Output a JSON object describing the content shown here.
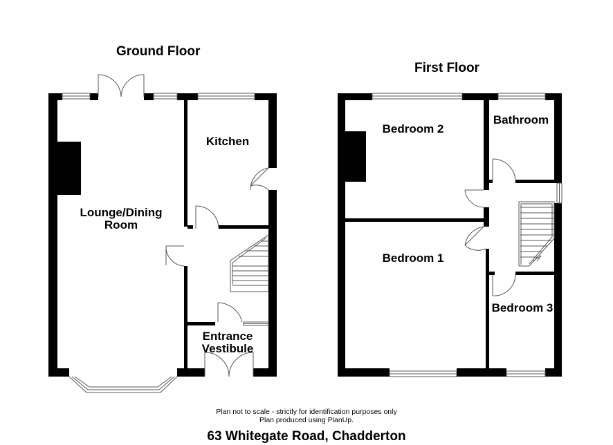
{
  "floors": {
    "ground": {
      "title": "Ground Floor",
      "rooms": {
        "lounge": "Lounge/Dining",
        "lounge_line2": "Room",
        "kitchen": "Kitchen",
        "entrance": "Entrance",
        "entrance_line2": "Vestibule"
      }
    },
    "first": {
      "title": "First Floor",
      "rooms": {
        "bedroom2": "Bedroom 2",
        "bathroom": "Bathroom",
        "bedroom1": "Bedroom 1",
        "bedroom3": "Bedroom 3"
      }
    }
  },
  "footer": {
    "disclaimer": "Plan not to scale - strictly for identification purposes only",
    "produced_by": "Plan produced using PlanUp.",
    "address": "63 Whitegate Road, Chadderton"
  },
  "colors": {
    "wall": "#000000",
    "background": "#ffffff",
    "fixture_line": "#555555"
  }
}
